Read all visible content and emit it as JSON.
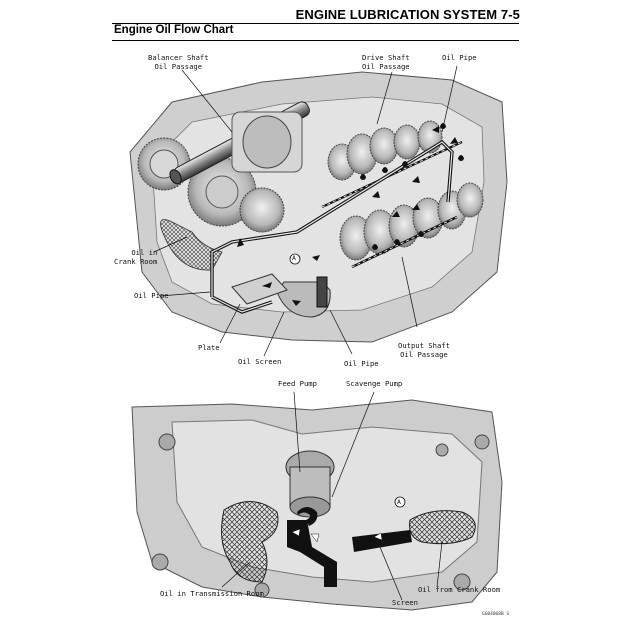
{
  "header": {
    "title": "ENGINE LUBRICATION SYSTEM 7-5"
  },
  "section": {
    "title": "Engine Oil Flow Chart"
  },
  "upper_diagram": {
    "labels": {
      "balancer_shaft": "Balancer Shaft\nOil Passage",
      "drive_shaft": "Drive Shaft\nOil Passage",
      "oil_pipe_top": "Oil Pipe",
      "oil_in_crank_room": "Oil in\nCrank Room",
      "oil_pipe_left": "Oil Pipe",
      "plate": "Plate",
      "oil_screen": "Oil Screen",
      "oil_pipe_bottom": "Oil Pipe",
      "output_shaft": "Output Shaft\nOil Passage",
      "marker_a": "A"
    }
  },
  "lower_diagram": {
    "labels": {
      "feed_pump": "Feed Pump",
      "scavenge_pump": "Scavenge Pump",
      "oil_in_transmission": "Oil in Transmission Room",
      "oil_from_crank": "Oil from Crank Room",
      "screen": "Screen",
      "marker_a": "A"
    }
  },
  "figure_code": "GG04068B S"
}
